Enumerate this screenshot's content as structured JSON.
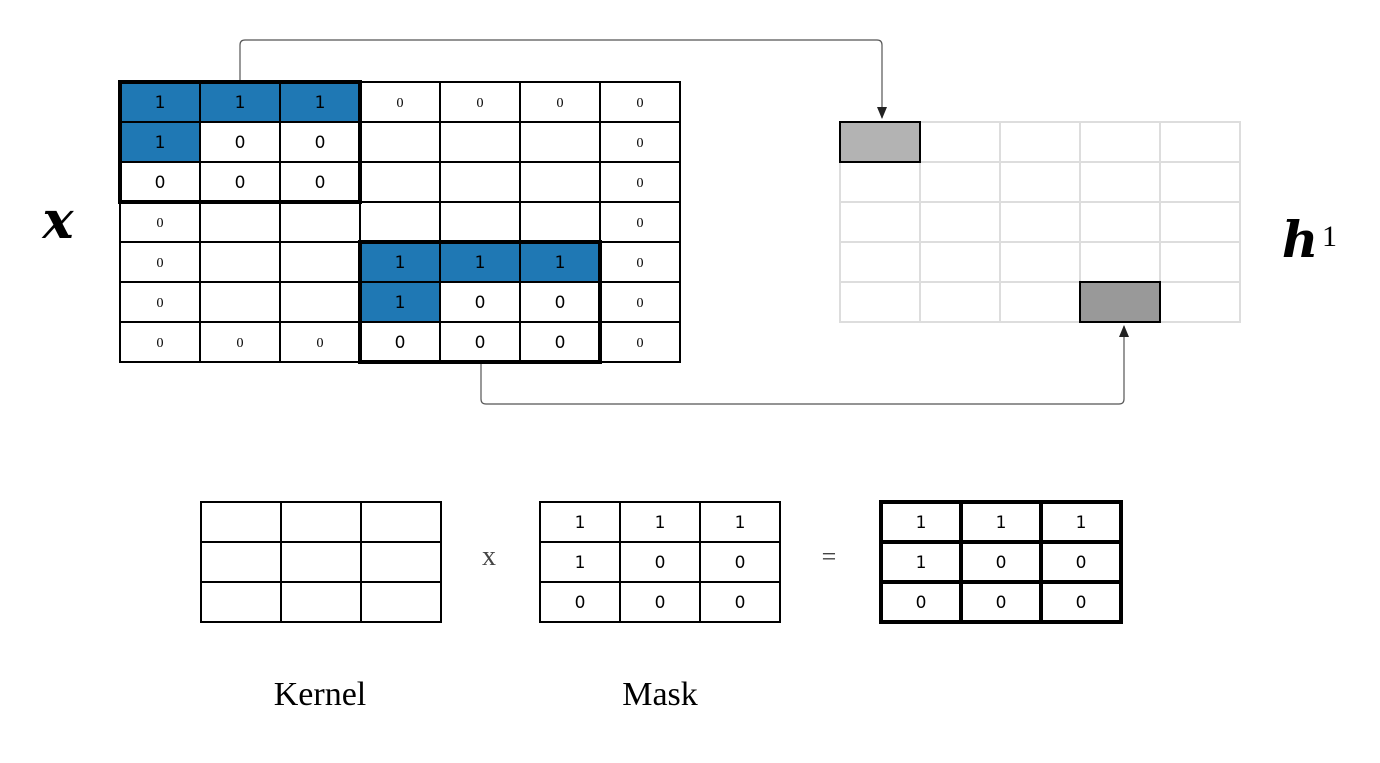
{
  "input": {
    "symbol": "x",
    "rows": [
      [
        "1",
        "1",
        "1",
        "0",
        "0",
        "0",
        "0"
      ],
      [
        "1",
        "0",
        "0",
        "",
        "",
        "",
        "0"
      ],
      [
        "0",
        "0",
        "0",
        "",
        "",
        "",
        "0"
      ],
      [
        "0",
        "",
        "",
        "",
        "",
        "",
        "0"
      ],
      [
        "0",
        "",
        "",
        "1",
        "1",
        "1",
        "0"
      ],
      [
        "0",
        "",
        "",
        "1",
        "0",
        "0",
        "0"
      ],
      [
        "0",
        "0",
        "0",
        "0",
        "0",
        "0",
        "0"
      ]
    ],
    "highlight_color": "#1f78b4"
  },
  "output": {
    "symbol": "h",
    "superscript": "1",
    "rows": 5,
    "cols": 5,
    "highlight_fill": "#b3b3b3",
    "highlight_fill_2": "#999999",
    "grid_color": "#dddddd"
  },
  "kernel": {
    "label": "Kernel",
    "rows": [
      [
        "",
        "",
        ""
      ],
      [
        "",
        "",
        ""
      ],
      [
        "",
        "",
        ""
      ]
    ]
  },
  "mask": {
    "label": "Mask",
    "rows": [
      [
        "1",
        "1",
        "1"
      ],
      [
        "1",
        "0",
        "0"
      ],
      [
        "0",
        "0",
        "0"
      ]
    ]
  },
  "result": {
    "rows": [
      [
        "1",
        "1",
        "1"
      ],
      [
        "1",
        "0",
        "0"
      ],
      [
        "0",
        "0",
        "0"
      ]
    ]
  },
  "operators": {
    "times": "x",
    "equals": "="
  }
}
